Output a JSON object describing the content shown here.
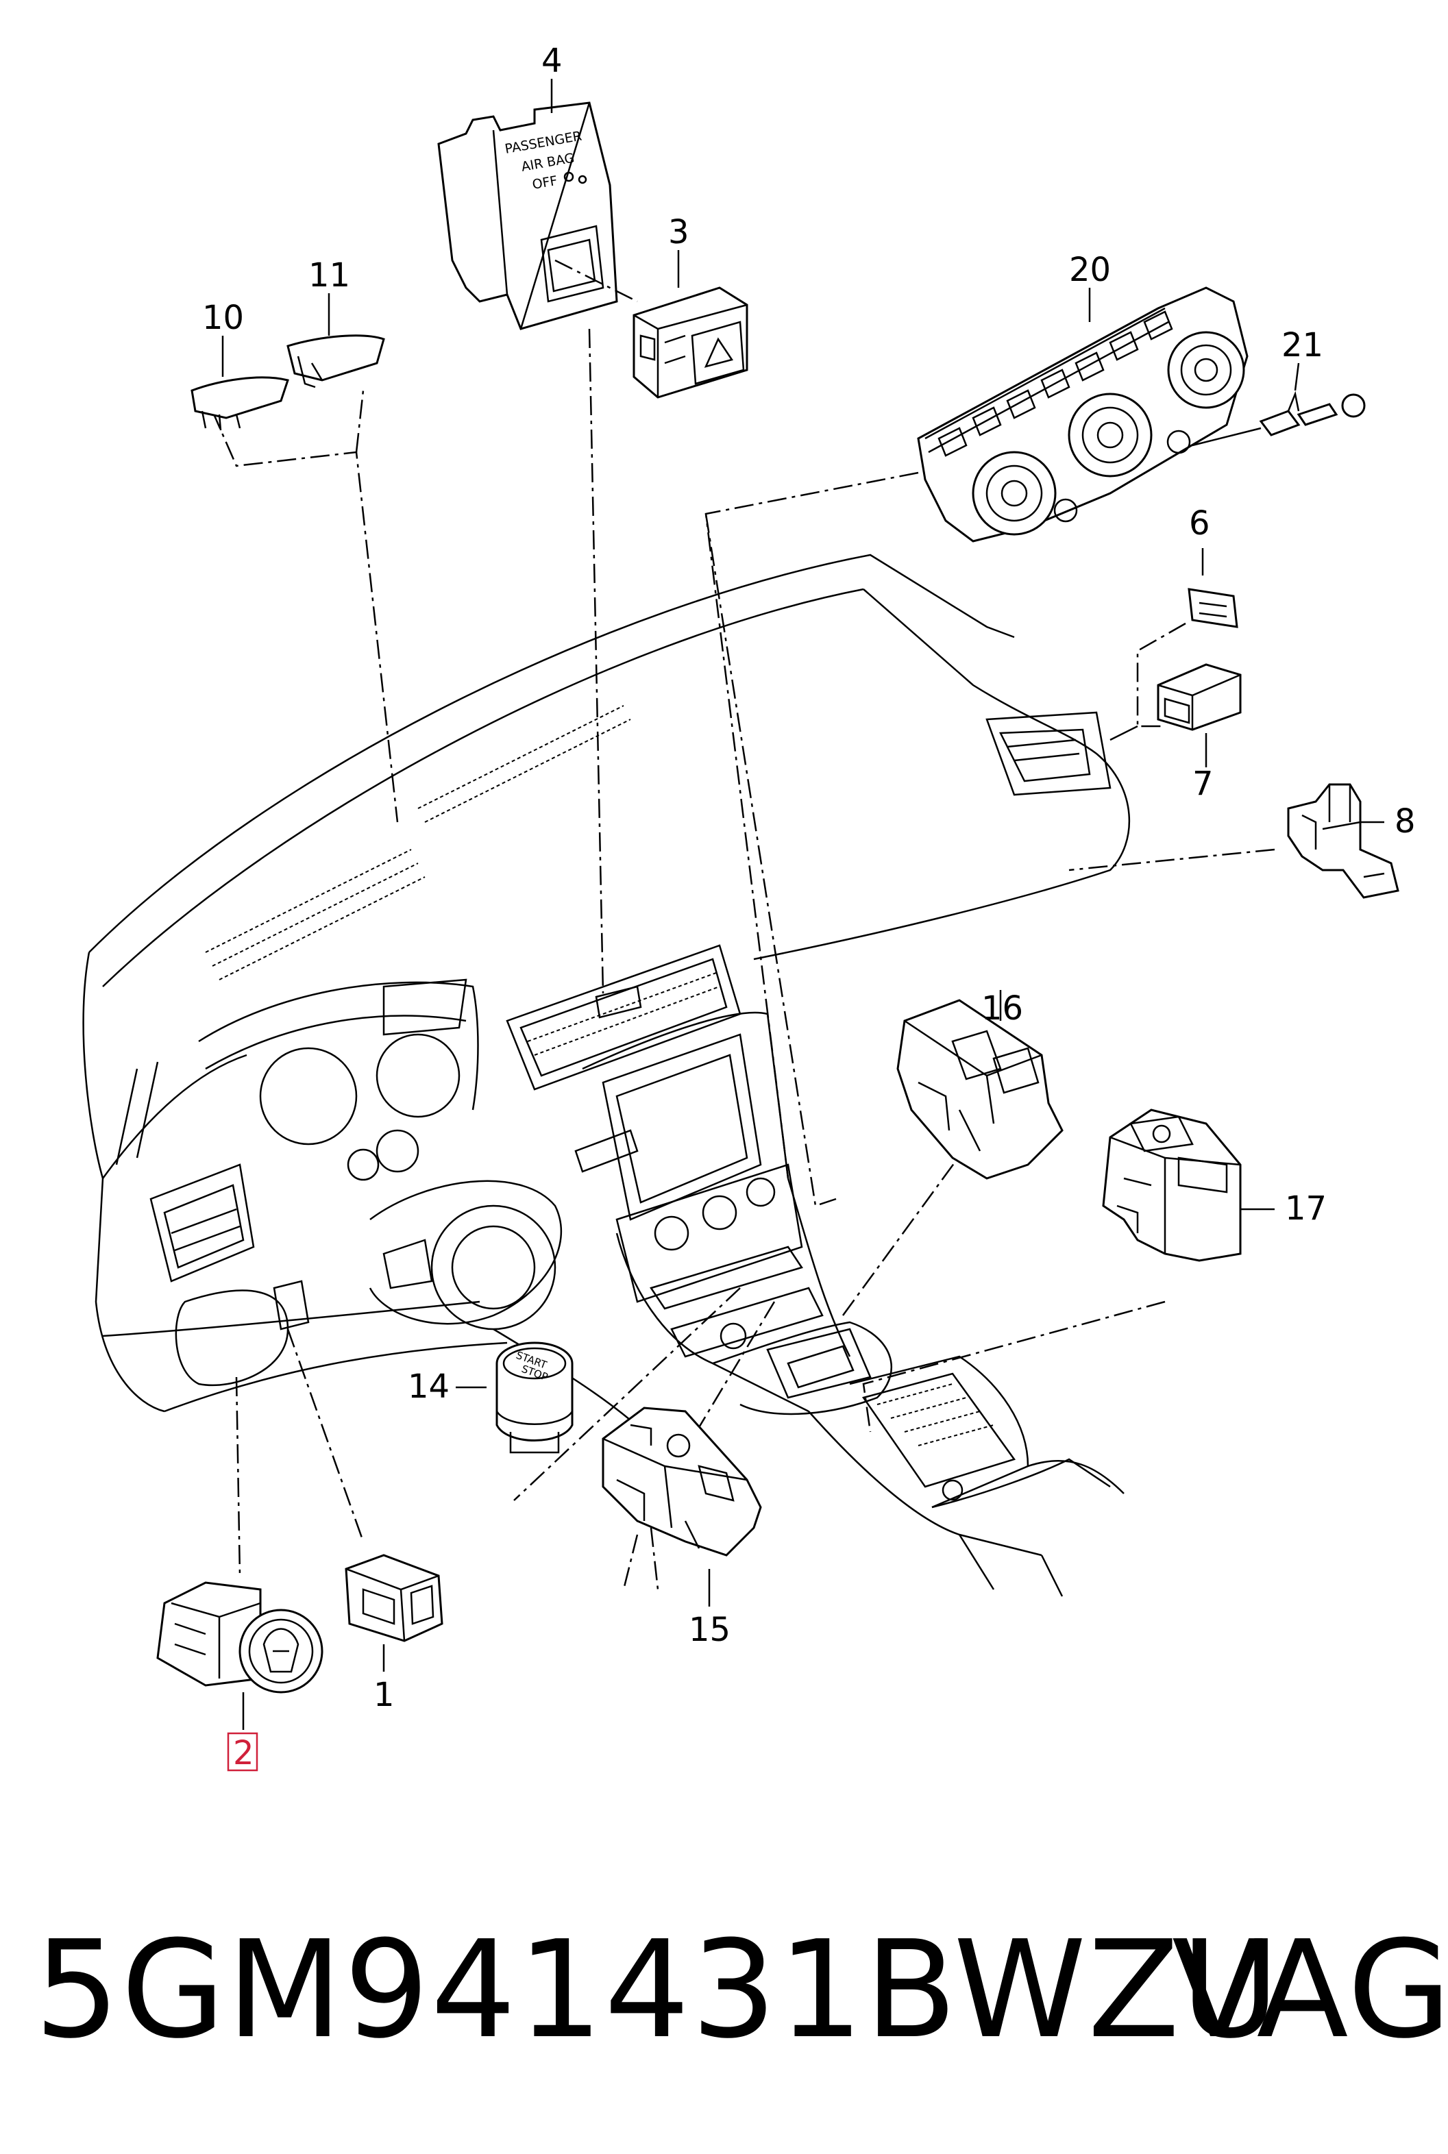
{
  "callouts": {
    "c1": "1",
    "c2": "2",
    "c3": "3",
    "c4": "4",
    "c6": "6",
    "c7": "7",
    "c8": "8",
    "c10": "10",
    "c11": "11",
    "c14": "14",
    "c15": "15",
    "c16": "16",
    "c17": "17",
    "c20": "20",
    "c21": "21"
  },
  "highlighted_callout": "2",
  "airbag_panel": {
    "line1": "PASSENGER",
    "line2": "AIR BAG",
    "line3": "OFF"
  },
  "start_button": {
    "line1": "START",
    "line2": "STOP"
  },
  "footer": {
    "part_number": "5GM941431BWZU",
    "brand": "VAG"
  },
  "colors": {
    "highlight": "#d0203a",
    "line": "#000000",
    "background": "#ffffff"
  }
}
